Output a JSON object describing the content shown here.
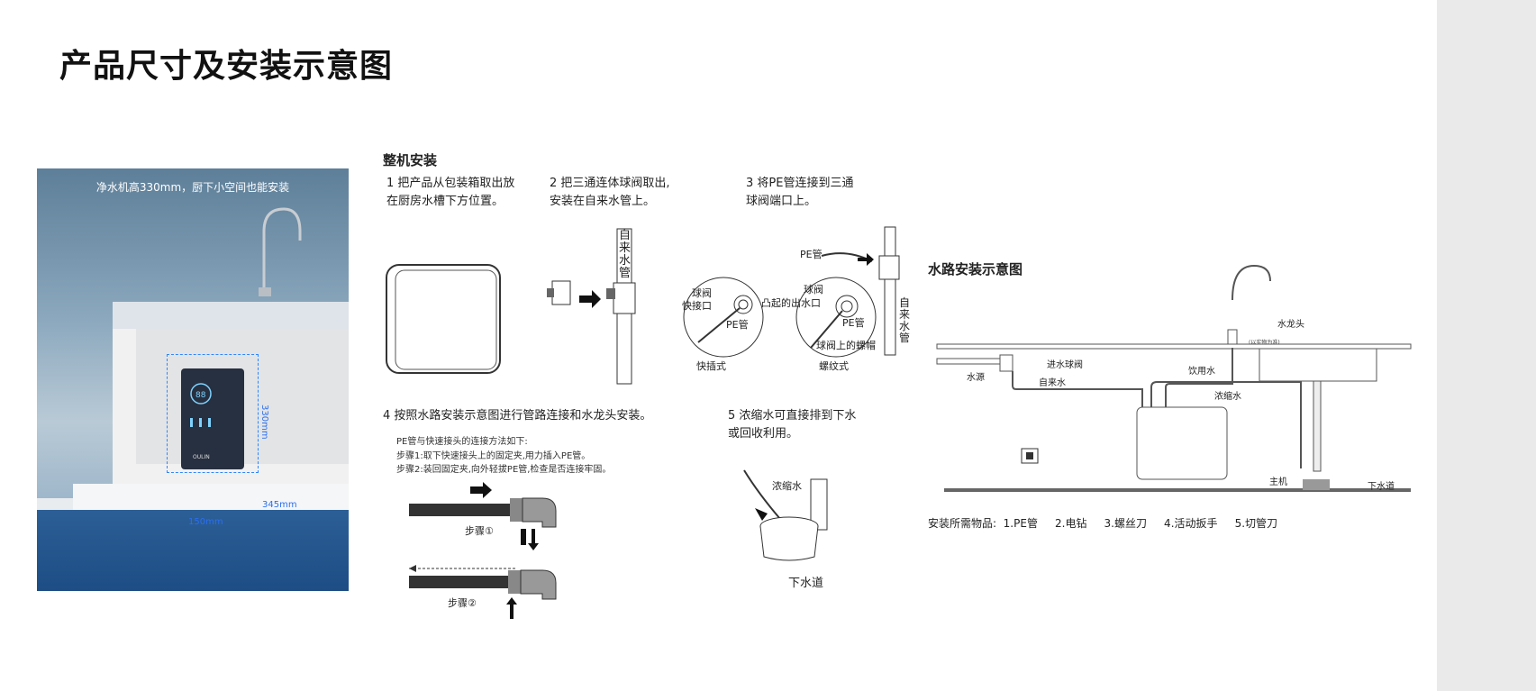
{
  "page_title": "产品尺寸及安装示意图",
  "photo": {
    "caption": "净水机高330mm，厨下小空间也能安装",
    "dim_height": "330mm",
    "dim_depth": "345mm",
    "dim_width": "150mm",
    "brand": "OULIN"
  },
  "install": {
    "title": "整机安装",
    "step1": "1 把产品从包装箱取出放\n   在厨房水槽下方位置。",
    "step2": "2 把三通连体球阀取出,\n   安装在自来水管上。",
    "step3": "3 将PE管连接到三通\n   球阀端口上。",
    "step4": "4 按照水路安装示意图进行管路连接和水龙头安装。",
    "step5": "5  浓缩水可直接排到下水\n    或回收利用。",
    "pipe_label": "自来水管",
    "pe_tube": "PE管",
    "ball_valve": "球阀",
    "quick_port": "快接口",
    "raised_outlet": "凸起的出水口",
    "pe_tube2": "PE管",
    "ball_valve2": "球阀",
    "pe_tube3": "PE管",
    "ball_valve_nut": "球阀上的螺帽",
    "quick_type": "快插式",
    "thread_type": "螺纹式",
    "pipe_label2": "自来水管",
    "note_line1": "PE管与快速接头的连接方法如下:",
    "note_line2": "步骤1:取下快速接头上的固定夹,用力插入PE管。",
    "note_line3": "步骤2:装回固定夹,向外轻拔PE管,检查是否连接牢固。",
    "step_a": "步骤①",
    "step_b": "步骤②",
    "concentrate": "浓缩水",
    "drain": "下水道"
  },
  "waterway": {
    "title": "水路安装示意图",
    "faucet": "水龙头",
    "faucet_note": "(以实物为准)",
    "inlet_valve": "进水球阀",
    "water_source": "水源",
    "tap_water": "自来水",
    "drinking_water": "饮用水",
    "concentrate": "浓缩水",
    "host": "主机",
    "drain": "下水道",
    "tools": "安装所需物品:  1.PE管     2.电钻     3.螺丝刀     4.活动扳手     5.切管刀"
  }
}
